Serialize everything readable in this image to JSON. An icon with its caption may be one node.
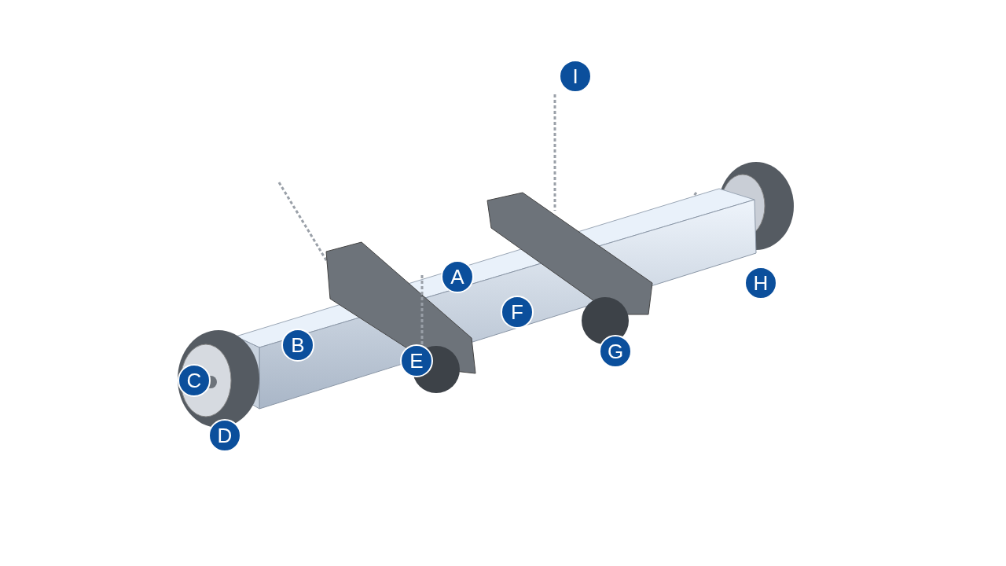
{
  "diagram": {
    "labels": [
      "A",
      "B",
      "C",
      "D",
      "E",
      "F",
      "G",
      "H",
      "I"
    ]
  }
}
